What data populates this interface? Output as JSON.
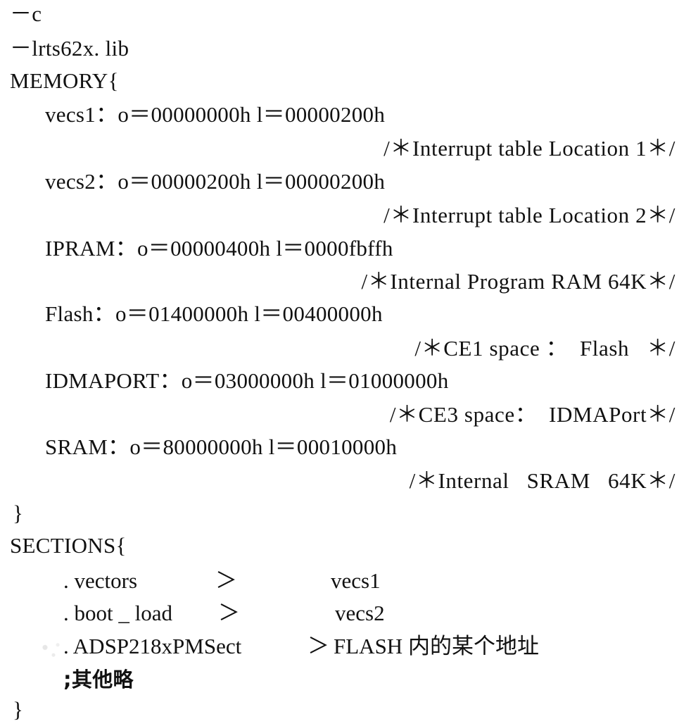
{
  "options": {
    "line1": "－c",
    "line2": "－lrts62x. lib"
  },
  "memory": {
    "header": "MEMORY{",
    "entries": [
      {
        "def": "vecs1：o＝00000000h l＝00000200h",
        "comment": "/＊Interrupt table Location 1＊/"
      },
      {
        "def": "vecs2：o＝00000200h l＝00000200h",
        "comment": "/＊Interrupt table Location 2＊/"
      },
      {
        "def": "IPRAM：o＝00000400h l＝0000fbffh",
        "comment": "/＊Internal Program RAM 64K＊/"
      },
      {
        "def": "Flash：o＝01400000h l＝00400000h",
        "comment": "/＊CE1 space ：  Flash   ＊/"
      },
      {
        "def": "IDMAPORT：o＝03000000h l＝01000000h",
        "comment": "/＊CE3 space：  IDMAPort＊/"
      },
      {
        "def": "SRAM：o＝80000000h l＝00010000h",
        "comment": "/＊Internal   SRAM   64K＊/"
      }
    ],
    "close": "}"
  },
  "sections": {
    "header": "SECTIONS{",
    "rows": [
      {
        "name": ". vectors",
        "op": "＞",
        "target": "vecs1"
      },
      {
        "name": ". boot _ load",
        "op": "＞",
        "target": "vecs2"
      },
      {
        "name": ". ADSP218xPMSect",
        "op": "＞",
        "target": "FLASH 内的某个地址"
      }
    ],
    "note": ";其他略",
    "close": "}"
  }
}
